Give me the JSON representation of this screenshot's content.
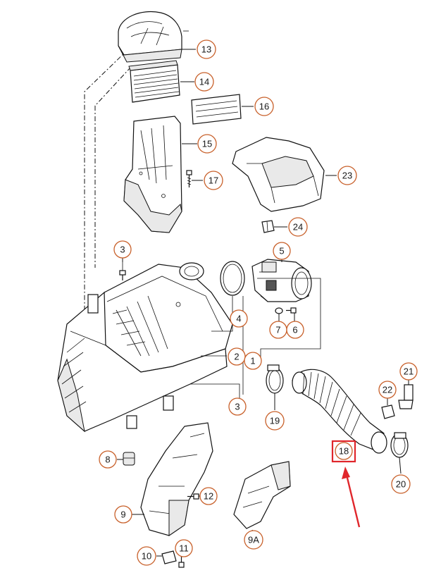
{
  "colors": {
    "callout_stroke": "#c8602a",
    "highlight": "#e0262b",
    "line": "#111111"
  },
  "callouts": [
    {
      "id": "13",
      "label": "13"
    },
    {
      "id": "14",
      "label": "14"
    },
    {
      "id": "16",
      "label": "16"
    },
    {
      "id": "15",
      "label": "15"
    },
    {
      "id": "17",
      "label": "17"
    },
    {
      "id": "23",
      "label": "23"
    },
    {
      "id": "24",
      "label": "24"
    },
    {
      "id": "3a",
      "label": "3"
    },
    {
      "id": "5",
      "label": "5"
    },
    {
      "id": "4",
      "label": "4"
    },
    {
      "id": "7",
      "label": "7"
    },
    {
      "id": "6",
      "label": "6"
    },
    {
      "id": "2",
      "label": "2"
    },
    {
      "id": "1",
      "label": "1"
    },
    {
      "id": "3b",
      "label": "3"
    },
    {
      "id": "21",
      "label": "21"
    },
    {
      "id": "22",
      "label": "22"
    },
    {
      "id": "19",
      "label": "19"
    },
    {
      "id": "18",
      "label": "18"
    },
    {
      "id": "20",
      "label": "20"
    },
    {
      "id": "8",
      "label": "8"
    },
    {
      "id": "12",
      "label": "12"
    },
    {
      "id": "9",
      "label": "9"
    },
    {
      "id": "9A",
      "label": "9A"
    },
    {
      "id": "10",
      "label": "10"
    },
    {
      "id": "11",
      "label": "11"
    }
  ],
  "highlight": {
    "target": "18",
    "label": "18"
  }
}
